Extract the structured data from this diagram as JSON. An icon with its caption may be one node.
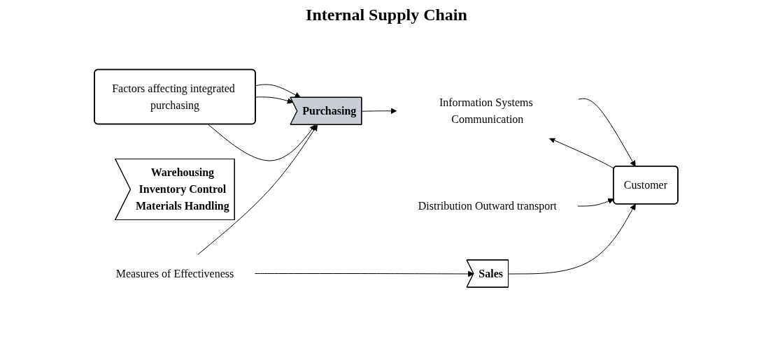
{
  "diagram": {
    "title": "Internal Supply Chain",
    "nodes": [
      {
        "text": [
          "Factors affecting integrated purchasing"
        ]
      },
      {
        "text": [
          "Purchasing"
        ]
      },
      {
        "text": [
          "Warehousing",
          "Inventory Control",
          "Materials Handling"
        ]
      },
      {
        "text": [
          "Sales"
        ]
      },
      {
        "text": [
          "Customer"
        ]
      },
      {
        "text": [
          "Distribution Outward transport"
        ]
      },
      {
        "text": [
          "Information Systems Communication"
        ]
      },
      {
        "text": [
          "Measures of Effectiveness"
        ]
      }
    ],
    "edges": [
      {
        "from": 0,
        "to": 1,
        "arrow": "to"
      },
      {
        "from": 0,
        "to": 1,
        "arrow": "to"
      },
      {
        "from": 0,
        "to": 1,
        "arrow": "to"
      },
      {
        "from": 3,
        "to": 4,
        "arrow": "to"
      },
      {
        "from": 5,
        "to": 4,
        "arrow": "to"
      },
      {
        "from": 6,
        "to": 4,
        "arrow": "to"
      },
      {
        "from": 4,
        "to": 6,
        "arrow": "to"
      },
      {
        "from": 1,
        "to": 6,
        "arrow": "to"
      },
      {
        "from": 7,
        "to": 1,
        "arrow": "to"
      },
      {
        "from": 7,
        "to": 3,
        "arrow": "to"
      }
    ]
  }
}
